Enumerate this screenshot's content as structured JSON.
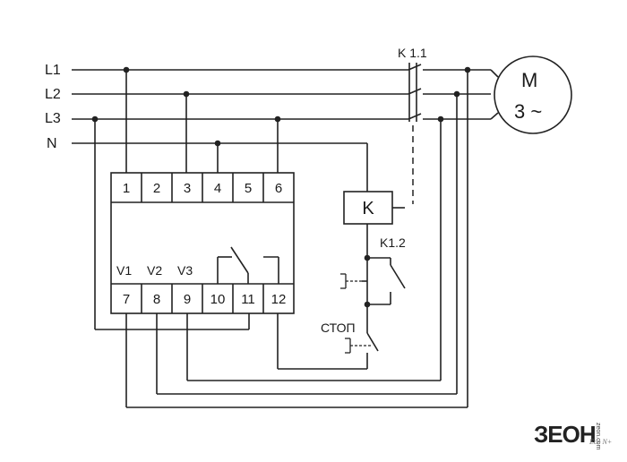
{
  "lines": {
    "L1": "L1",
    "L2": "L2",
    "L3": "L3",
    "N": "N"
  },
  "motor": {
    "symbol": "M",
    "phase": "3 ~"
  },
  "contactor": {
    "coil": "K",
    "main_contacts": "K 1.1",
    "aux_contact": "K1.2"
  },
  "stop_button": "СТОП",
  "relay": {
    "top_terminals": [
      "1",
      "2",
      "3",
      "4",
      "5",
      "6"
    ],
    "bottom_terminals": [
      "7",
      "8",
      "9",
      "10",
      "11",
      "12"
    ],
    "voltage_inputs": [
      "V1",
      "V2",
      "V3"
    ]
  },
  "logo": {
    "brand": "ЗЕОН",
    "vertical": "zeon.com",
    "sub": "Eco N+"
  }
}
